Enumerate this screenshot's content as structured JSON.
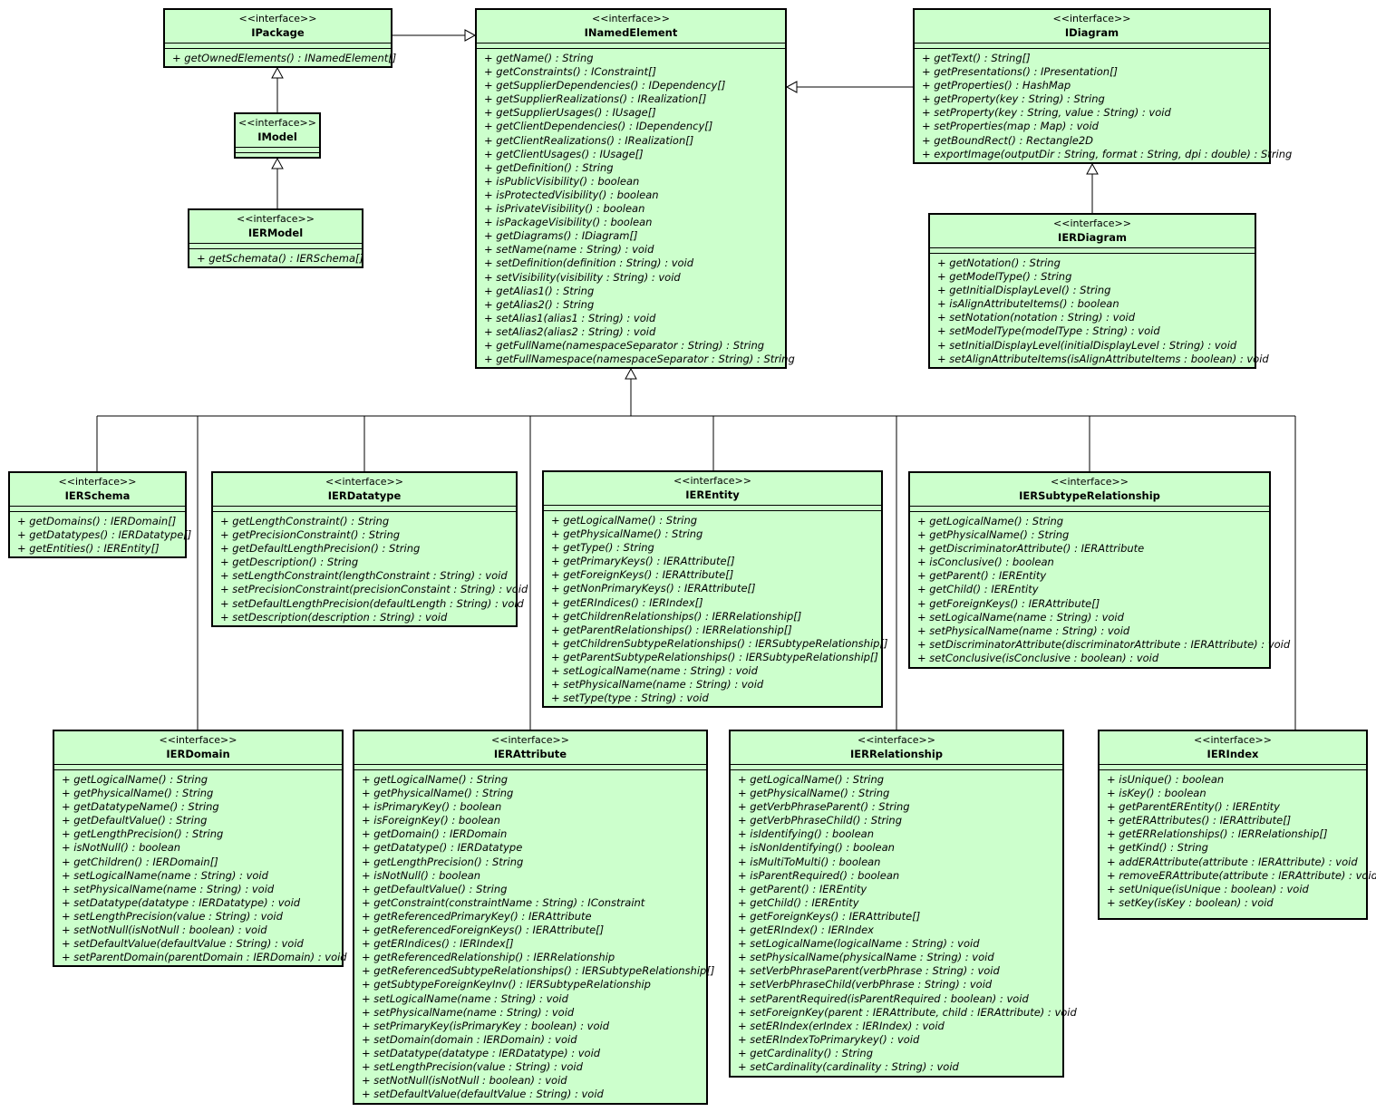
{
  "diagram": {
    "stereotype": "<<interface>>",
    "classes": [
      {
        "id": "IPackage",
        "name": "IPackage",
        "operations": [
          "+ getOwnedElements() : INamedElement[]"
        ]
      },
      {
        "id": "IModel",
        "name": "IModel",
        "operations": []
      },
      {
        "id": "IERModel",
        "name": "IERModel",
        "operations": [
          "+ getSchemata() : IERSchema[]"
        ]
      },
      {
        "id": "INamedElement",
        "name": "INamedElement",
        "operations": [
          "+ getName() : String",
          "+ getConstraints() : IConstraint[]",
          "+ getSupplierDependencies() : IDependency[]",
          "+ getSupplierRealizations() : IRealization[]",
          "+ getSupplierUsages() : IUsage[]",
          "+ getClientDependencies() : IDependency[]",
          "+ getClientRealizations() : IRealization[]",
          "+ getClientUsages() : IUsage[]",
          "+ getDefinition() : String",
          "+ isPublicVisibility() : boolean",
          "+ isProtectedVisibility() : boolean",
          "+ isPrivateVisibility() : boolean",
          "+ isPackageVisibility() : boolean",
          "+ getDiagrams() : IDiagram[]",
          "+ setName(name : String) : void",
          "+ setDefinition(definition : String) : void",
          "+ setVisibility(visibility : String) : void",
          "+ getAlias1() : String",
          "+ getAlias2() : String",
          "+ setAlias1(alias1 : String) : void",
          "+ setAlias2(alias2 : String) : void",
          "+ getFullName(namespaceSeparator : String) : String",
          "+ getFullNamespace(namespaceSeparator : String) : String"
        ]
      },
      {
        "id": "IDiagram",
        "name": "IDiagram",
        "operations": [
          "+ getText() : String[]",
          "+ getPresentations() : IPresentation[]",
          "+ getProperties() : HashMap",
          "+ getProperty(key : String) : String",
          "+ setProperty(key : String, value : String) : void",
          "+ setProperties(map : Map) : void",
          "+ getBoundRect() : Rectangle2D",
          "+ exportImage(outputDir : String, format : String, dpi : double) : String"
        ]
      },
      {
        "id": "IERDiagram",
        "name": "IERDiagram",
        "operations": [
          "+ getNotation() : String",
          "+ getModelType() : String",
          "+ getInitialDisplayLevel() : String",
          "+ isAlignAttributeItems() : boolean",
          "+ setNotation(notation : String) : void",
          "+ setModelType(modelType : String) : void",
          "+ setInitialDisplayLevel(initialDisplayLevel : String) : void",
          "+ setAlignAttributeItems(isAlignAttributeItems : boolean) : void"
        ]
      },
      {
        "id": "IERSchema",
        "name": "IERSchema",
        "operations": [
          "+ getDomains() : IERDomain[]",
          "+ getDatatypes() : IERDatatype[]",
          "+ getEntities() : IEREntity[]"
        ]
      },
      {
        "id": "IERDatatype",
        "name": "IERDatatype",
        "operations": [
          "+ getLengthConstraint() : String",
          "+ getPrecisionConstraint() : String",
          "+ getDefaultLengthPrecision() : String",
          "+ getDescription() : String",
          "+ setLengthConstraint(lengthConstraint : String) : void",
          "+ setPrecisionConstraint(precisionConstaint : String) : void",
          "+ setDefaultLengthPrecision(defaultLength : String) : void",
          "+ setDescription(description : String) : void"
        ]
      },
      {
        "id": "IEREntity",
        "name": "IEREntity",
        "operations": [
          "+ getLogicalName() : String",
          "+ getPhysicalName() : String",
          "+ getType() : String",
          "+ getPrimaryKeys() : IERAttribute[]",
          "+ getForeignKeys() : IERAttribute[]",
          "+ getNonPrimaryKeys() : IERAttribute[]",
          "+ getERIndices() : IERIndex[]",
          "+ getChildrenRelationships() : IERRelationship[]",
          "+ getParentRelationships() : IERRelationship[]",
          "+ getChildrenSubtypeRelationships() : IERSubtypeRelationship[]",
          "+ getParentSubtypeRelationships() : IERSubtypeRelationship[]",
          "+ setLogicalName(name : String) : void",
          "+ setPhysicalName(name : String) : void",
          "+ setType(type : String) : void"
        ]
      },
      {
        "id": "IERSubtypeRelationship",
        "name": "IERSubtypeRelationship",
        "operations": [
          "+ getLogicalName() : String",
          "+ getPhysicalName() : String",
          "+ getDiscriminatorAttribute() : IERAttribute",
          "+ isConclusive() : boolean",
          "+ getParent() : IEREntity",
          "+ getChild() : IEREntity",
          "+ getForeignKeys() : IERAttribute[]",
          "+ setLogicalName(name : String) : void",
          "+ setPhysicalName(name : String) : void",
          "+ setDiscriminatorAttribute(discriminatorAttribute : IERAttribute) : void",
          "+ setConclusive(isConclusive : boolean) : void"
        ]
      },
      {
        "id": "IERDomain",
        "name": "IERDomain",
        "operations": [
          "+ getLogicalName() : String",
          "+ getPhysicalName() : String",
          "+ getDatatypeName() : String",
          "+ getDefaultValue() : String",
          "+ getLengthPrecision() : String",
          "+ isNotNull() : boolean",
          "+ getChildren() : IERDomain[]",
          "+ setLogicalName(name : String) : void",
          "+ setPhysicalName(name : String) : void",
          "+ setDatatype(datatype : IERDatatype) : void",
          "+ setLengthPrecision(value : String) : void",
          "+ setNotNull(isNotNull : boolean) : void",
          "+ setDefaultValue(defaultValue : String) : void",
          "+ setParentDomain(parentDomain : IERDomain) : void"
        ]
      },
      {
        "id": "IERAttribute",
        "name": "IERAttribute",
        "operations": [
          "+ getLogicalName() : String",
          "+ getPhysicalName() : String",
          "+ isPrimaryKey() : boolean",
          "+ isForeignKey() : boolean",
          "+ getDomain() : IERDomain",
          "+ getDatatype() : IERDatatype",
          "+ getLengthPrecision() : String",
          "+ isNotNull() : boolean",
          "+ getDefaultValue() : String",
          "+ getConstraint(constraintName : String) : IConstraint",
          "+ getReferencedPrimaryKey() : IERAttribute",
          "+ getReferencedForeignKeys() : IERAttribute[]",
          "+ getERIndices() : IERIndex[]",
          "+ getReferencedRelationship() : IERRelationship",
          "+ getReferencedSubtypeRelationships() : IERSubtypeRelationship[]",
          "+ getSubtypeForeignKeyInv() : IERSubtypeRelationship",
          "+ setLogicalName(name : String) : void",
          "+ setPhysicalName(name : String) : void",
          "+ setPrimaryKey(isPrimaryKey : boolean) : void",
          "+ setDomain(domain : IERDomain) : void",
          "+ setDatatype(datatype : IERDatatype) : void",
          "+ setLengthPrecision(value : String) : void",
          "+ setNotNull(isNotNull : boolean) : void",
          "+ setDefaultValue(defaultValue : String) : void"
        ]
      },
      {
        "id": "IERRelationship",
        "name": "IERRelationship",
        "operations": [
          "+ getLogicalName() : String",
          "+ getPhysicalName() : String",
          "+ getVerbPhraseParent() : String",
          "+ getVerbPhraseChild() : String",
          "+ isIdentifying() : boolean",
          "+ isNonIdentifying() : boolean",
          "+ isMultiToMulti() : boolean",
          "+ isParentRequired() : boolean",
          "+ getParent() : IEREntity",
          "+ getChild() : IEREntity",
          "+ getForeignKeys() : IERAttribute[]",
          "+ getERIndex() : IERIndex",
          "+ setLogicalName(logicalName : String) : void",
          "+ setPhysicalName(physicalName : String) : void",
          "+ setVerbPhraseParent(verbPhrase : String) : void",
          "+ setVerbPhraseChild(verbPhrase : String) : void",
          "+ setParentRequired(isParentRequired : boolean) : void",
          "+ setForeignKey(parent : IERAttribute, child : IERAttribute) : void",
          "+ setERIndex(erIndex : IERIndex) : void",
          "+ setERIndexToPrimarykey() : void",
          "+ getCardinality() : String",
          "+ setCardinality(cardinality : String) : void"
        ]
      },
      {
        "id": "IERIndex",
        "name": "IERIndex",
        "operations": [
          "+ isUnique() : boolean",
          "+ isKey() : boolean",
          "+ getParentEREntity() : IEREntity",
          "+ getERAttributes() : IERAttribute[]",
          "+ getERRelationships() : IERRelationship[]",
          "+ getKind() : String",
          "+ addERAttribute(attribute : IERAttribute) : void",
          "+ removeERAttribute(attribute : IERAttribute) : void",
          "+ setUnique(isUnique : boolean) : void",
          "+ setKey(isKey : boolean) : void"
        ]
      }
    ]
  }
}
